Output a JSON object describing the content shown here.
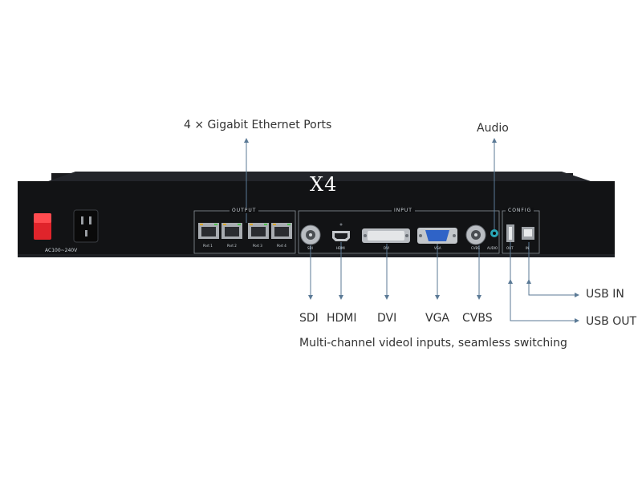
{
  "device": {
    "model": "X4",
    "power_label": "AC100~240V",
    "sections": {
      "output": "OUTPUT",
      "input": "INPUT",
      "config": "CONFIG"
    },
    "ports": {
      "out": [
        "Port 1",
        "Port 2",
        "Port 3",
        "Port 4"
      ],
      "sdi": "SDI",
      "hdmi": "HDMI",
      "dvi": "DVI",
      "vga": "VGA",
      "cvbs": "CVBS",
      "audio": "AUDIO",
      "usb_out": "OUT",
      "usb_in": "IN"
    }
  },
  "callouts": {
    "ethernet": "4 × Gigabit Ethernet Ports",
    "audio": "Audio",
    "sdi": "SDI",
    "hdmi": "HDMI",
    "dvi": "DVI",
    "vga": "VGA",
    "cvbs": "CVBS",
    "usb_in": "USB IN",
    "usb_out": "USB OUT",
    "caption": "Multi-channel videol inputs, seamless switching"
  },
  "colors": {
    "chassis": "#121315",
    "leader": "#5b7a96",
    "panel_line": "#8a939b",
    "power_switch": "#e0242b"
  }
}
